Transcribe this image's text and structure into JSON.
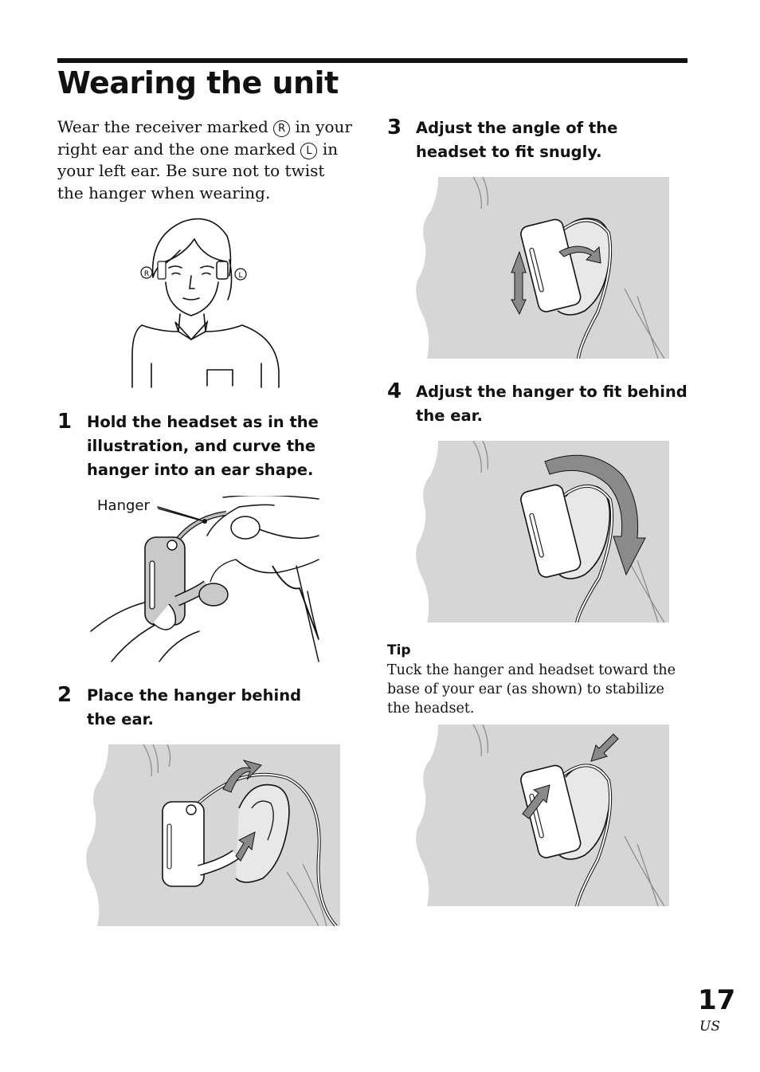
{
  "page": {
    "title": "Wearing the unit",
    "page_number": "17",
    "region_code": "US"
  },
  "intro": {
    "part1": "Wear the receiver marked ",
    "mark_r": "R",
    "part2": " in your right ear and the one marked ",
    "mark_l": "L",
    "part3": " in your left ear. Be sure not to twist the hanger when wearing."
  },
  "figure_person": {
    "mark_r": "R",
    "mark_l": "L"
  },
  "steps": [
    {
      "number": "1",
      "text": "Hold the headset as in the illustration, and curve the hanger into an ear shape.",
      "callout": "Hanger"
    },
    {
      "number": "2",
      "text": "Place the hanger behind the ear."
    },
    {
      "number": "3",
      "text": "Adjust the angle of the headset to fit snugly."
    },
    {
      "number": "4",
      "text": "Adjust the hanger to fit behind the ear."
    }
  ],
  "tip": {
    "label": "Tip",
    "text": "Tuck the hanger and headset toward the base of your ear (as shown) to stabilize the headset."
  },
  "colors": {
    "panel_gray": "#d6d6d6",
    "arrow_gray": "#8a8a8a",
    "ink": "#111111"
  }
}
